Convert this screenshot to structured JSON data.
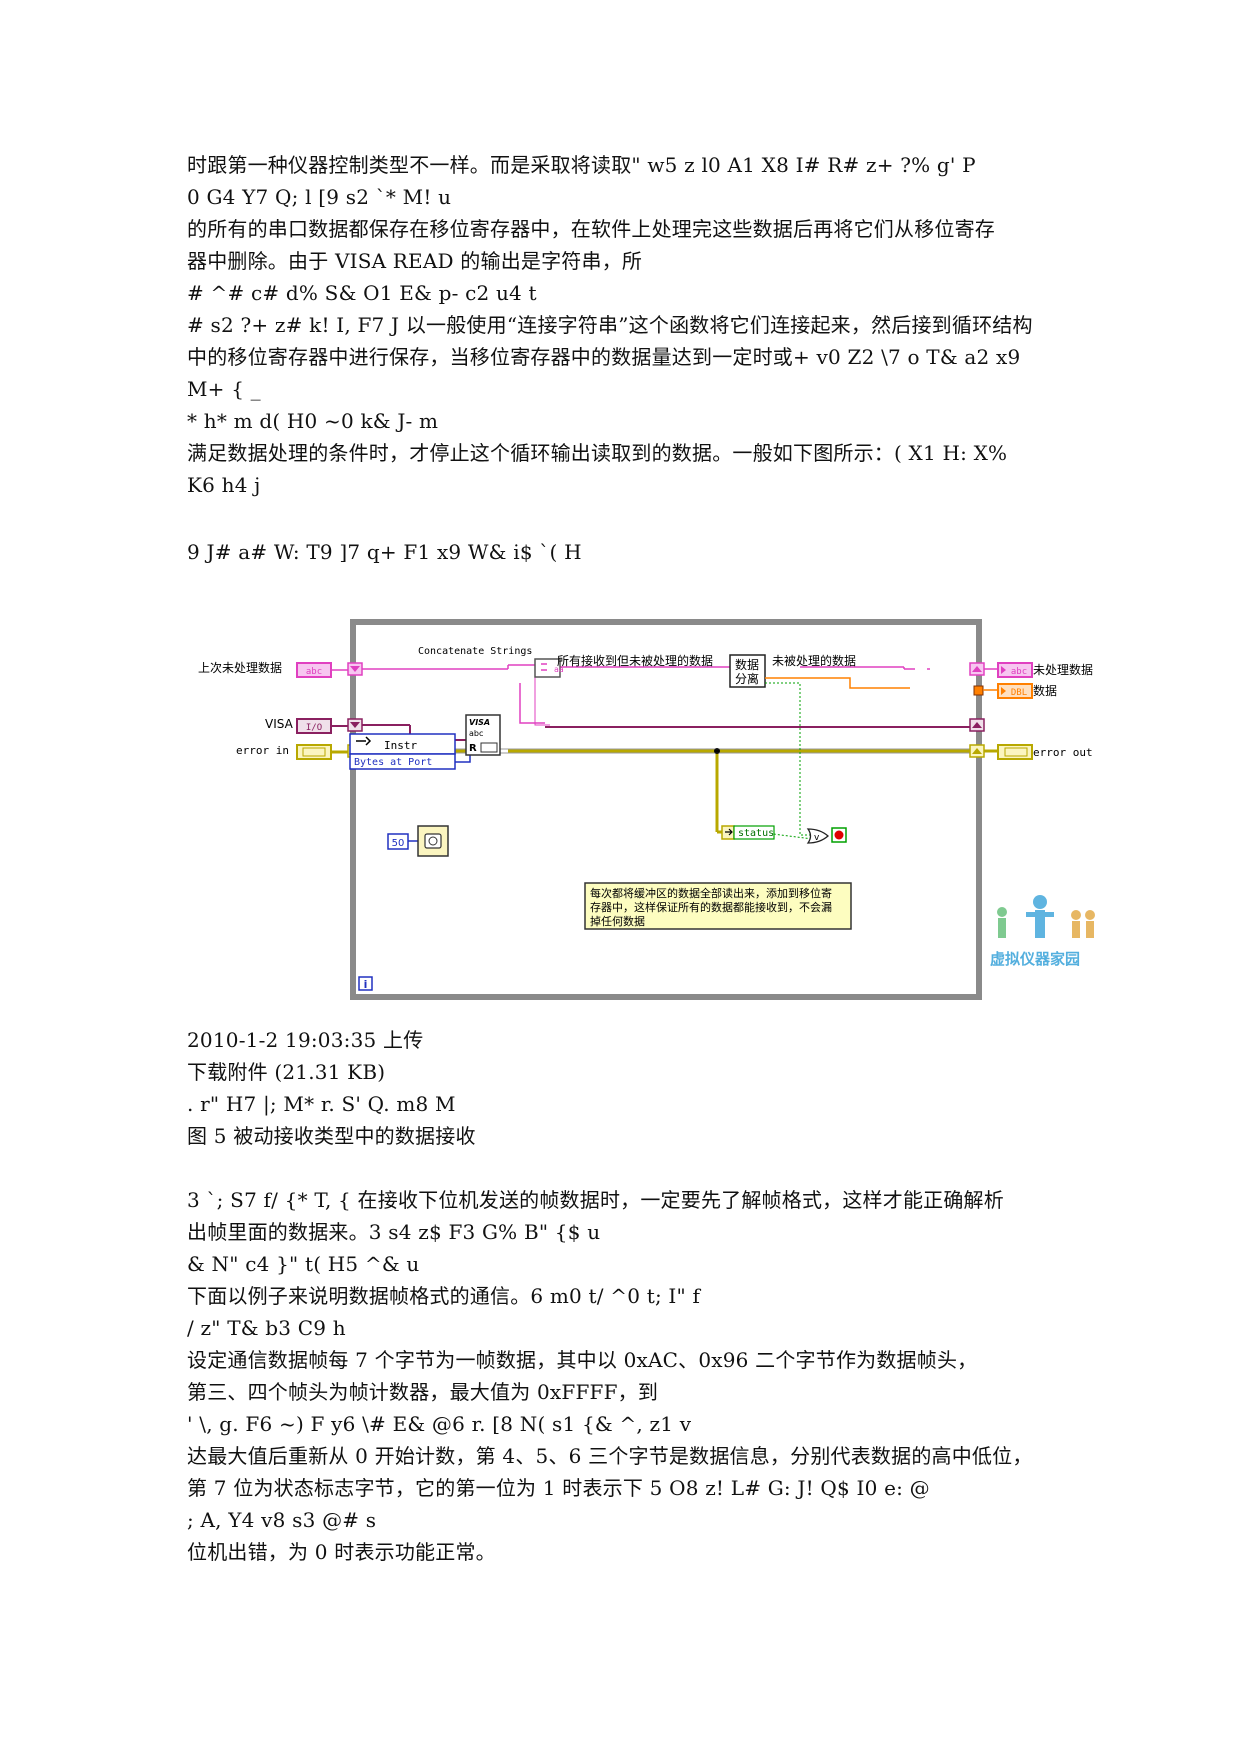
{
  "text_top": [
    "时跟第一种仪器控制类型不一样。而是采取将读取\" w5 z  l0 A1 X8 I# R# z+ ?% g' P",
    "0 G4 Y7 Q; l  [9 s2 `* M! u",
    "的所有的串口数据都保存在移位寄存器中，在软件上处理完这些数据后再将它们从移位寄存",
    "器中删除。由于 VISA READ 的输出是字符串，所",
    "# ^# c# d% S& O1 E& p- c2 u4 t",
    "# s2 ?+ z# k! I, F7 J 以一般使用“连接字符串”这个函数将它们连接起来，然后接到循环结构",
    "中的移位寄存器中进行保存，当移位寄存器中的数据量达到一定时或+ v0 Z2 \\7 o  T& a2 x9",
    "M+ {  _",
    "* h* m  d( H0 ~0 k& J- m",
    "满足数据处理的条件时，才停止这个循环输出读取到的数据。一般如下图所示：( X1 H: X%",
    "K6 h4 j",
    "9 J# a# W: T9 ]7 q+ F1 x9 W& i$ `( H"
  ],
  "diagram": {
    "concat_label": "Concatenate Strings",
    "label_last_unprocessed": "上次未处理数据",
    "label_visa": "VISA",
    "label_error_in": "error in",
    "label_all_received": "所有接收到但未被处理的数据",
    "label_unprocessed": "未被处理的数据",
    "label_out_unprocessed": "未处理数据",
    "label_data": "数据",
    "label_error_out": "error out",
    "data_split_line1": "数据",
    "data_split_line2": "分离",
    "instr_label": "Instr",
    "bytes_at_port": "Bytes at Port",
    "visa_label": "VISA",
    "abc_label": "abc",
    "r_label": "R",
    "status_label": "status",
    "wait_value": "50",
    "abc_tag": "abc",
    "io_tag": "I/O",
    "dbl_tag": "DBL",
    "info_icon": "i",
    "comment_lines": [
      "每次都将缓冲区的数据全部读出来，添加到移位寄",
      "存器中，这样保证所有的数据都能接收到，不会漏",
      "掉任何数据"
    ],
    "watermark": "虚拟仪器家园",
    "colors": {
      "string_wire": "#e040c0",
      "error_wire": "#b8a800",
      "visa_wire": "#8a2060",
      "bool_wire": "#00a000",
      "dbl_wire": "#ff8000",
      "frame": "#808080"
    }
  },
  "text_bottom": [
    "2010-1-2 19:03:35  上传",
    "下载附件  (21.31 KB)",
    ". r\" H7 |; M* r. S' Q. m8 M",
    "图  5  被动接收类型中的数据接收",
    "3 `; S7 f/ {* T, {      在接收下位机发送的帧数据时，一定要先了解帧格式，这样才能正确解析",
    "出帧里面的数据来。3 s4 z$ F3 G% B\" {$ u",
    "& N\" c4 }\" t( H5 ^& u",
    "    下面以例子来说明数据帧格式的通信。6 m0 t/ ^0 t; I\" f",
    "/ z\" T& b3 C9 h",
    "    设定通信数据帧每 7 个字节为一帧数据，其中以 0xAC、0x96 二个字节作为数据帧头，",
    "第三、四个帧头为帧计数器，最大值为 0xFFFF，到",
    "' \\, g. F6 ~) F  y6 \\# E& @6 r. [8 N( s1  {& ^, z1 v",
    "达最大值后重新从 0 开始计数，第 4、5、6 三个字节是数据信息，分别代表数据的高中低位，",
    "第 7 位为状态标志字节，它的第一位为 1 时表示下 5 O8 z! L# G: J! Q$ I0 e: @",
    "; A, Y4 v8 s3 @# s",
    "位机出错，为 0 时表示功能正常。"
  ]
}
